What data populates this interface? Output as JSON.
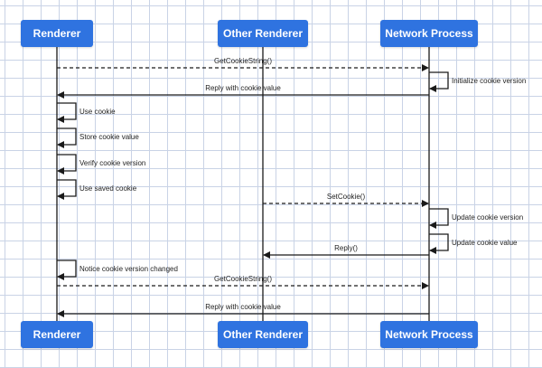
{
  "participants": {
    "renderer": "Renderer",
    "other_renderer": "Other Renderer",
    "network_process": "Network Process"
  },
  "messages": [
    {
      "id": "m1",
      "from": "renderer",
      "to": "network_process",
      "style": "dashed",
      "label": "GetCookieString()"
    },
    {
      "id": "m2",
      "from": "network_process",
      "to": "network_process",
      "style": "self",
      "label": "Initialize cookie version"
    },
    {
      "id": "m3",
      "from": "network_process",
      "to": "renderer",
      "style": "solid",
      "label": "Reply with cookie value"
    },
    {
      "id": "m4",
      "from": "renderer",
      "to": "renderer",
      "style": "self",
      "label": "Use cookie"
    },
    {
      "id": "m5",
      "from": "renderer",
      "to": "renderer",
      "style": "self",
      "label": "Store cookie value"
    },
    {
      "id": "m6",
      "from": "renderer",
      "to": "renderer",
      "style": "self",
      "label": "Verify cookie version"
    },
    {
      "id": "m7",
      "from": "renderer",
      "to": "renderer",
      "style": "self",
      "label": "Use saved cookie"
    },
    {
      "id": "m8",
      "from": "other_renderer",
      "to": "network_process",
      "style": "dashed",
      "label": "SetCookie()"
    },
    {
      "id": "m9",
      "from": "network_process",
      "to": "network_process",
      "style": "self",
      "label": "Update cookie version"
    },
    {
      "id": "m10",
      "from": "network_process",
      "to": "network_process",
      "style": "self",
      "label": "Update cookie value"
    },
    {
      "id": "m11",
      "from": "network_process",
      "to": "other_renderer",
      "style": "solid",
      "label": "Reply()"
    },
    {
      "id": "m12",
      "from": "renderer",
      "to": "renderer",
      "style": "self",
      "label": "Notice cookie version changed"
    },
    {
      "id": "m13",
      "from": "renderer",
      "to": "network_process",
      "style": "dashed",
      "label": "GetCookieString()"
    },
    {
      "id": "m14",
      "from": "network_process",
      "to": "renderer",
      "style": "solid",
      "label": "Reply with cookie value"
    }
  ],
  "colors": {
    "box": "#2f73e0",
    "line": "#1a1a1a",
    "grid": "#c9d3e6"
  }
}
